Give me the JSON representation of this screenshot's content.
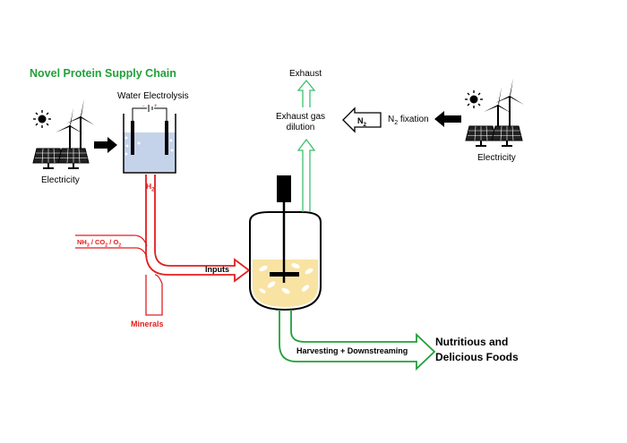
{
  "title": "Novel Protein Supply Chain",
  "water_electrolysis_label": "Water Electrolysis",
  "electricity_left_label": "Electricity",
  "electricity_right_label": "Electricity",
  "exhaust_label": "Exhaust",
  "exhaust_dilution_line1": "Exhaust gas",
  "exhaust_dilution_line2": "dilution",
  "n2_arrow_label_main": "N",
  "n2_arrow_label_sub": "2",
  "n2_fixation_main": "N",
  "n2_fixation_sub": "2",
  "n2_fixation_rest": " fixation",
  "h2_main": "H",
  "h2_sub": "2",
  "nh3_part1": "NH",
  "nh3_sub1": "3",
  "nh3_part2": " / CO",
  "nh3_sub2": "2",
  "nh3_part3": " / O",
  "nh3_sub3": "2",
  "inputs_label": "Inputs",
  "minerals_label": "Minerals",
  "harvesting_label": "Harvesting + Downstreaming",
  "foods_line1": "Nutritious and",
  "foods_line2": "Delicious Foods",
  "electrode_minus": "-",
  "electrode_plus": "+",
  "colors": {
    "title_green": "#21a03a",
    "input_red": "#e41e1e",
    "output_green": "#21a03a",
    "exhaust_green": "#3dbf6e",
    "water_blue": "#c5d3ea",
    "culture_yellow": "#f8e3a3"
  }
}
